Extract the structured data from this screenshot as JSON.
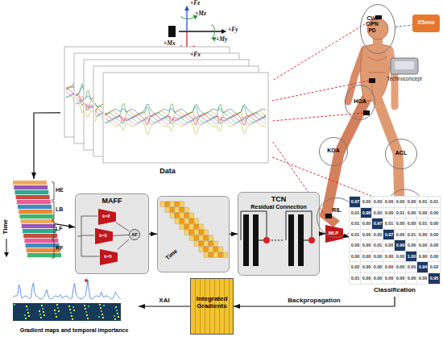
{
  "diagram": {
    "nodes": [
      {
        "text": [
          "Data"
        ]
      },
      {
        "text": [
          "Time"
        ]
      },
      {
        "text": [
          "MAFF"
        ]
      },
      {
        "text": [
          "k=2"
        ],
        "in": 2
      },
      {
        "text": [
          "k=3"
        ],
        "in": 2
      },
      {
        "text": [
          "k=5"
        ],
        "in": 2
      },
      {
        "text": [
          "AF"
        ],
        "in": 2
      },
      {
        "text": [
          "Time"
        ]
      },
      {
        "text": [
          "TCN",
          "Residual Connection"
        ]
      },
      {
        "text": [
          "MLP"
        ]
      },
      {
        "text": [
          "Classification"
        ]
      },
      {
        "text": [
          "Integrated Gradients"
        ]
      },
      {
        "text": [
          "Gradient maps and temporal importance"
        ]
      },
      {
        "text": [
          "CVA CIPN PD"
        ]
      },
      {
        "text": [
          "XSens"
        ]
      },
      {
        "text": [
          "HOA"
        ]
      },
      {
        "text": [
          "KOA"
        ]
      },
      {
        "text": [
          "ACL"
        ]
      },
      {
        "text": [
          "RIL"
        ]
      }
    ],
    "edges": [
      {
        "from": 0,
        "to": 1,
        "arrow": "to"
      },
      {
        "from": 1,
        "to": 2,
        "arrow": "to"
      },
      {
        "from": 3,
        "to": 6,
        "arrow": "none"
      },
      {
        "from": 4,
        "to": 6,
        "arrow": "none"
      },
      {
        "from": 5,
        "to": 6,
        "arrow": "none"
      },
      {
        "from": 2,
        "to": 7,
        "arrow": "to"
      },
      {
        "from": 7,
        "to": 8,
        "arrow": "to"
      },
      {
        "from": 8,
        "to": 9,
        "arrow": "to"
      },
      {
        "from": 9,
        "to": 10,
        "arrow": "to"
      },
      {
        "from": 10,
        "to": 11,
        "label": "Backpropagation",
        "arrow": "to"
      },
      {
        "from": 11,
        "to": 12,
        "label": "XAI",
        "arrow": "to"
      },
      {
        "from": 13,
        "to": 14,
        "arrow": "none"
      }
    ],
    "labels": [
      "+Fz",
      "+Mz",
      "+Fy",
      "+My",
      "+Mx",
      "+Fx",
      "Technoconcept",
      "HE",
      "LB",
      "LF",
      "RF",
      "0.97",
      "0.00",
      "0.00",
      "0.00",
      "0.00",
      "0.00",
      "0.01",
      "0.01",
      "0.01",
      "0.98",
      "0.00",
      "0.00",
      "0.01",
      "0.00",
      "0.00",
      "0.00",
      "0.01",
      "0.00",
      "0.97",
      "0.01",
      "0.00",
      "0.00",
      "0.01",
      "0.00",
      "0.01",
      "0.00",
      "0.00",
      "0.97",
      "0.00",
      "0.01",
      "0.00",
      "0.00",
      "0.00",
      "0.00",
      "0.01",
      "0.00",
      "0.99",
      "0.00",
      "0.00",
      "0.00",
      "0.00",
      "0.00",
      "0.00",
      "0.00",
      "0.00",
      "1.00",
      "0.00",
      "0.00",
      "0.02",
      "0.00",
      "0.00",
      "0.00",
      "0.00",
      "0.00",
      "0.94",
      "0.02",
      "0.01",
      "0.00",
      "0.00",
      "0.00",
      "0.00",
      "0.00",
      "0.00",
      "0.95"
    ]
  }
}
